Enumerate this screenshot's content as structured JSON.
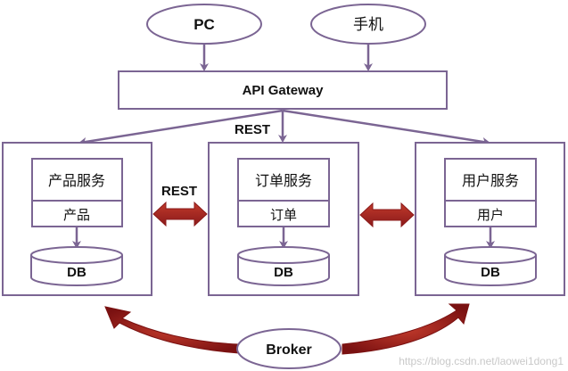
{
  "clients": [
    {
      "label": "PC"
    },
    {
      "label": "手机"
    }
  ],
  "gateway": {
    "label": "API Gateway"
  },
  "protocol_label": "REST",
  "between_label": "REST",
  "services": [
    {
      "name": "产品服务",
      "entity": "产品",
      "db": "DB"
    },
    {
      "name": "订单服务",
      "entity": "订单",
      "db": "DB"
    },
    {
      "name": "用户服务",
      "entity": "用户",
      "db": "DB"
    }
  ],
  "broker": {
    "label": "Broker"
  },
  "watermark": "https://blog.csdn.net/laowei1dong1",
  "colors": {
    "line": "#7b6593",
    "fill": "#ffffff",
    "accent_red": "#a52a2a",
    "db_fill": "#ffffff",
    "text": "#111111"
  }
}
